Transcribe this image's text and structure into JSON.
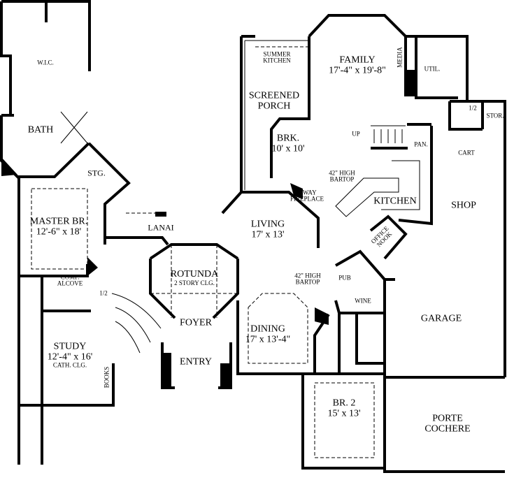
{
  "rooms": {
    "wic": "W.I.C.",
    "bath": "BATH",
    "stg": "STG.",
    "master_name": "MASTER BR.",
    "master_size": "12'-6\" x 18'",
    "lanai": "LANAI",
    "summer_kitchen_1": "SUMMER",
    "summer_kitchen_2": "KITCHEN",
    "screened_1": "SCREENED",
    "screened_2": "PORCH",
    "family_name": "FAMILY",
    "family_size": "17'-4\" x 19'-8\"",
    "media": "MEDIA",
    "util": "UTIL.",
    "half_bath_1": "1/2",
    "stor": "STOR.",
    "up": "UP",
    "pan": "PAN.",
    "brk_name": "BRK.",
    "brk_size": "10' x 10'",
    "cart": "CART",
    "bartop1_1": "42\" HIGH",
    "bartop1_2": "BARTOP",
    "fireplace_1": "2-WAY",
    "fireplace_2": "FIREPLACE",
    "kitchen": "KITCHEN",
    "shop": "SHOP",
    "living_name": "LIVING",
    "living_size": "17' x 13'",
    "office_1": "OFFICE",
    "office_2": "NOOK",
    "rotunda_name": "ROTUNDA",
    "rotunda_note": "2 STORY CLG.",
    "bartop2_1": "42\" HIGH",
    "bartop2_2": "BARTOP",
    "pub": "PUB",
    "wine": "WINE",
    "comp_1": "COMP.",
    "comp_2": "ALCOVE",
    "half_bath_2": "1/2",
    "garage": "GARAGE",
    "foyer": "FOYER",
    "dining_name": "DINING",
    "dining_size": "17' x 13'-4\"",
    "study_name": "STUDY",
    "study_size": "12'-4\" x 16'",
    "study_note": "CATH. CLG.",
    "books": "BOOKS",
    "entry": "ENTRY",
    "br2_name": "BR. 2",
    "br2_size": "15' x 13'",
    "porte_1": "PORTE",
    "porte_2": "COCHERE"
  }
}
